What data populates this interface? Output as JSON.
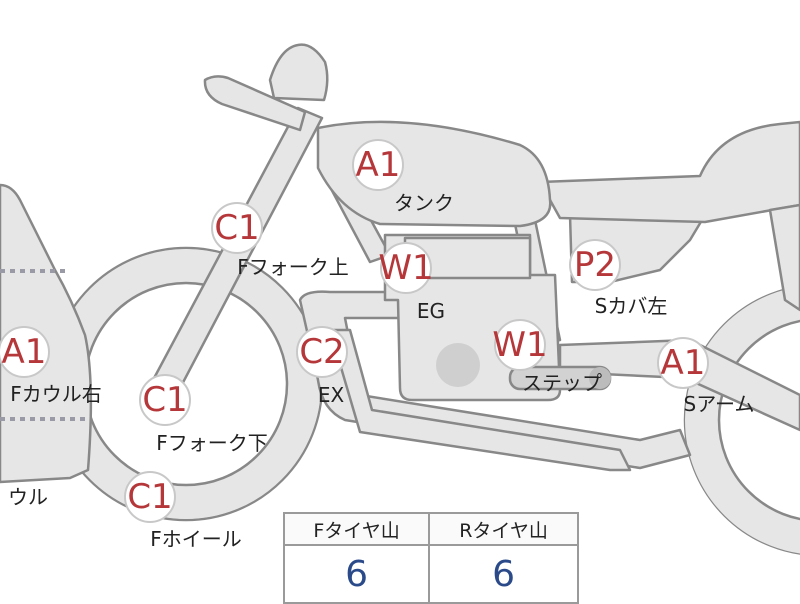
{
  "badges": [
    {
      "code": "A1",
      "label": "タンク"
    },
    {
      "code": "C1",
      "label": "Fフォーク上"
    },
    {
      "code": "W1",
      "label": "EG"
    },
    {
      "code": "P2",
      "label": "Sカバ左"
    },
    {
      "code": "A1",
      "label": "Fカウル右"
    },
    {
      "code": "C2",
      "label": "EX"
    },
    {
      "code": "W1",
      "label": "ステップ"
    },
    {
      "code": "A1",
      "label": "Sアーム"
    },
    {
      "code": "C1",
      "label": "Fフォーク下"
    },
    {
      "code": "C1",
      "label": "Fホイール"
    }
  ],
  "cut_label": "ウル",
  "tire_table": {
    "front_header": "Fタイヤ山",
    "rear_header": "Rタイヤ山",
    "front_value": "6",
    "rear_value": "6"
  },
  "colors": {
    "badge_code": "#b5373a",
    "tire_value": "#2a4a8a",
    "part_fill": "#e6e6e6"
  }
}
